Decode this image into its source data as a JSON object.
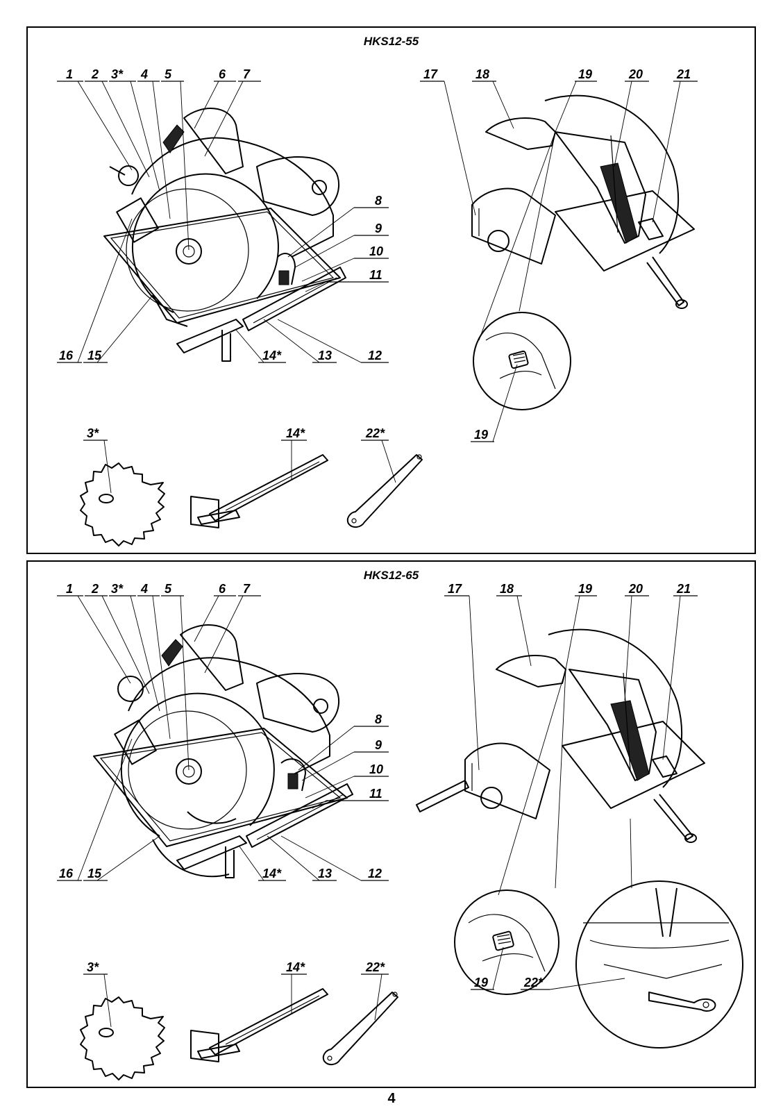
{
  "panels": [
    {
      "title": "HKS12-55",
      "callouts": [
        "1",
        "2",
        "3*",
        "4",
        "5",
        "6",
        "7",
        "8",
        "9",
        "10",
        "11",
        "12",
        "13",
        "14*",
        "15",
        "16",
        "17",
        "18",
        "19",
        "20",
        "21",
        "19",
        "3*",
        "14*",
        "22*"
      ]
    },
    {
      "title": "HKS12-65",
      "callouts": [
        "1",
        "2",
        "3*",
        "4",
        "5",
        "6",
        "7",
        "8",
        "9",
        "10",
        "11",
        "12",
        "13",
        "14*",
        "15",
        "16",
        "17",
        "18",
        "19",
        "20",
        "21",
        "19",
        "22*",
        "3*",
        "14*",
        "22*"
      ]
    }
  ],
  "page_number": "4"
}
